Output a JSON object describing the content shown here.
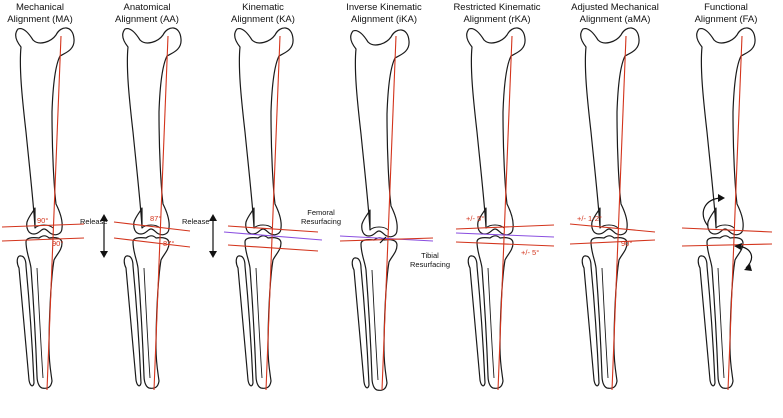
{
  "panels": [
    {
      "id": "ma",
      "title": "Mechanical Alignment (MA)"
    },
    {
      "id": "aa",
      "title": "Anatomical Alignment (AA)"
    },
    {
      "id": "ka",
      "title": "Kinematic Alignment (KA)"
    },
    {
      "id": "ika",
      "title": "Inverse Kinematic Alignment (iKA)"
    },
    {
      "id": "rka",
      "title": "Restricted  Kinematic Alignment (rKA)"
    },
    {
      "id": "ama",
      "title": "Adjusted Mechanical Alignment (aMA)"
    },
    {
      "id": "fa",
      "title": "Functional Alignment (FA)"
    }
  ],
  "annotations": {
    "ma_femur_angle": "90°",
    "ma_tibia_angle": "90°",
    "ma_release": "Release",
    "aa_femur_angle": "87°",
    "aa_tibia_angle": "87°",
    "aa_release": "Release",
    "ka_femoral_resurfacing": "Femoral Resurfacing",
    "ika_tibial_resurfacing": "Tibial Resurfacing",
    "rka_femur_range": "+/- 5°",
    "rka_tibia_range": "+/- 5°",
    "ama_femur_range": "+/- 1-2°",
    "ama_tibia_angle": "90°"
  },
  "colors": {
    "axis_line": "#d3341c",
    "resurfacing_line": "#8a4fe0",
    "outline": "#1a1a1a"
  }
}
